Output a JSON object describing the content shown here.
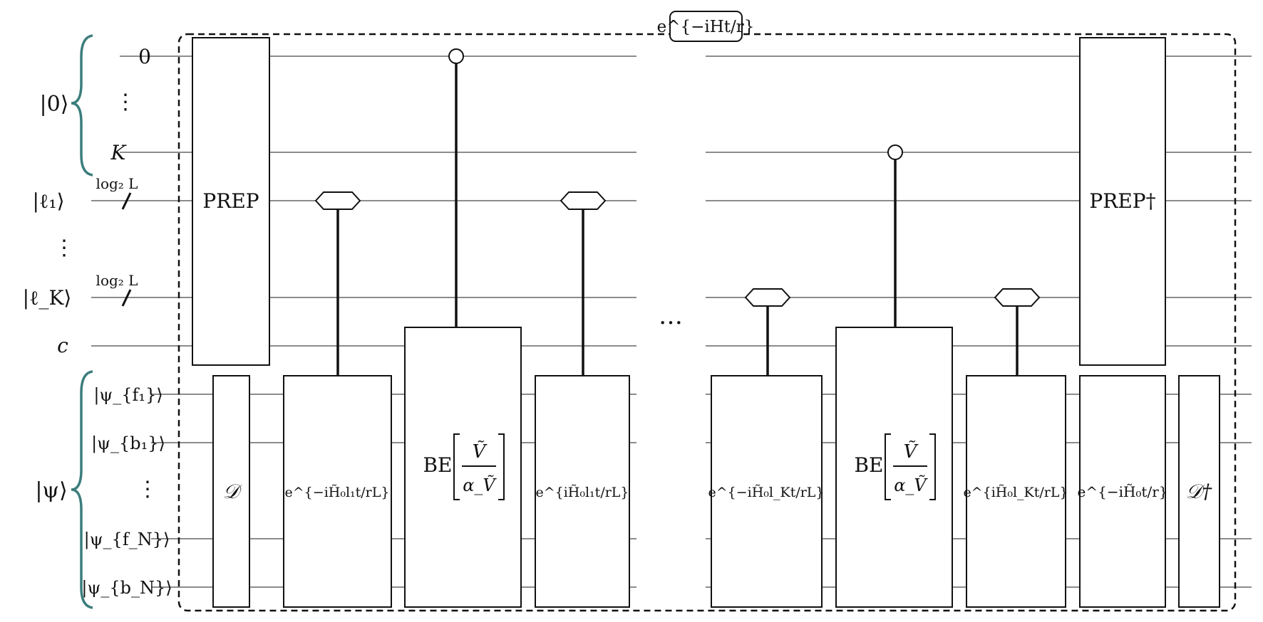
{
  "colors": {
    "brace": "#3c7d7d",
    "wire": "#8c8c8c",
    "ink": "#111111"
  },
  "frame_label": "e^{−iHt/r}",
  "register_labels": {
    "zero_group": "|0⟩",
    "psi_group": "|ψ⟩",
    "ell_1": "|ℓ₁⟩",
    "ell_K": "|ℓ_K⟩",
    "ell_vdots": "⋮"
  },
  "wire_labels": {
    "w0": "0",
    "wvdots": "⋮",
    "wK": "K",
    "c": "c",
    "psi_f1": "|ψ_{f₁}⟩",
    "psi_b1": "|ψ_{b₁}⟩",
    "psi_vdots": "⋮",
    "psi_fN": "|ψ_{f_N}⟩",
    "psi_bN": "|ψ_{b_N}⟩"
  },
  "bus_width": "log₂ L",
  "gates": {
    "prep": "PREP",
    "prep_dag": "PREP†",
    "d": "𝒟",
    "d_dag": "𝒟†",
    "be": "BE",
    "be_num": "Ṽ",
    "be_den": "α_Ṽ",
    "u1_minus": "e^{−iH̃₀l₁t/rL}",
    "u1_plus": "e^{iH̃₀l₁t/rL}",
    "uK_minus": "e^{−iH̃₀l_Kt/rL}",
    "uK_plus": "e^{iH̃₀l_Kt/rL}",
    "u0": "e^{−iH̃₀t/r}"
  },
  "ellipsis": "…"
}
